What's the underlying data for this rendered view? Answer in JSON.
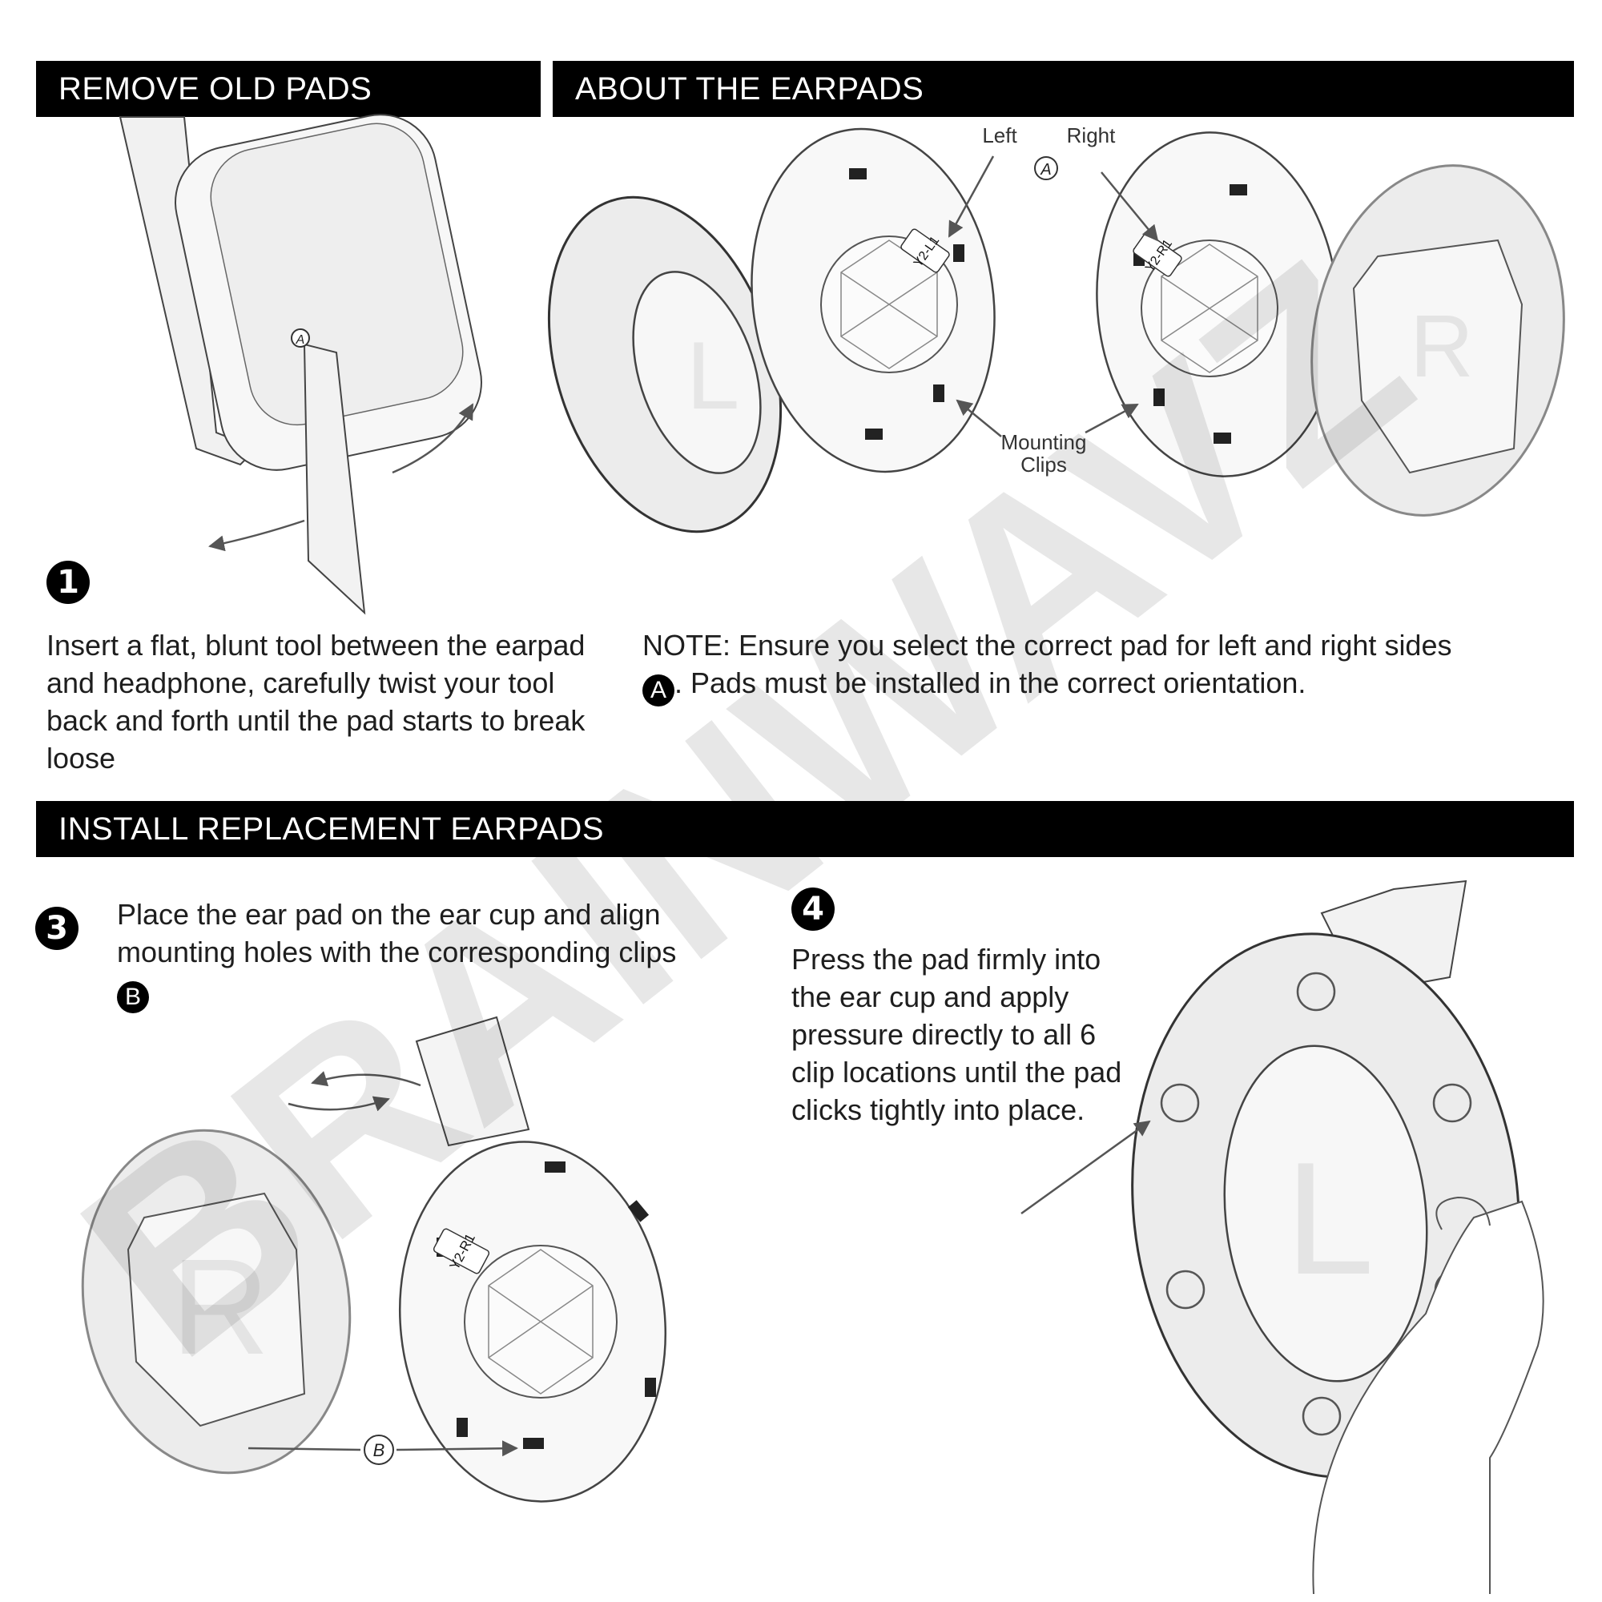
{
  "sections": {
    "remove": {
      "title": "REMOVE OLD PADS"
    },
    "about": {
      "title": "ABOUT THE EARPADS"
    },
    "install": {
      "title": "INSTALL REPLACEMENT EARPADS"
    }
  },
  "step1": {
    "number": "1",
    "text": "Insert a flat, blunt tool between the earpad and headphone, carefully twist your tool back and forth until the pad starts to break loose"
  },
  "note": {
    "prefix": "NOTE: Ensure you select the correct pad for left and right sides ",
    "badge": "A",
    "suffix": ". Pads must be installed in the correct orientation."
  },
  "step3": {
    "number": "3",
    "text": "Place the ear pad on the ear cup and align mounting holes with the corresponding clips",
    "badge": "B"
  },
  "step4": {
    "number": "4",
    "text": "Press the pad firmly into the ear cup and apply pressure directly to all 6 clip locations until the pad clicks tightly into place."
  },
  "callouts": {
    "left": "Left",
    "right": "Right",
    "a": "A",
    "b": "B",
    "left_code": "Y2-L1",
    "right_code": "Y2-R1",
    "mounting_line1": "Mounting",
    "mounting_line2": "Clips",
    "pad_left_letter": "L",
    "pad_right_letter": "R"
  },
  "watermark": {
    "text": "BRAINWAVZ"
  },
  "colors": {
    "bar": "#000000",
    "ink": "#1e1e1e",
    "pad_fill": "#ececec",
    "outline": "#333333"
  }
}
